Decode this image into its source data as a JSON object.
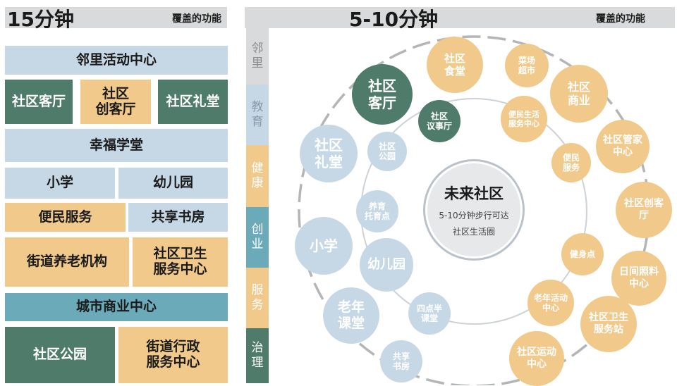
{
  "left": {
    "title": "15分钟",
    "subtitle": "覆盖的功能",
    "items": {
      "neighborhood": "邻里活动中心",
      "living_room": "社区客厅",
      "maker": "社区\n创客厅",
      "hall": "社区礼堂",
      "happy_school": "幸福学堂",
      "primary": "小学",
      "kindergarten": "幼儿园",
      "convenience": "便民服务",
      "bookroom": "共享书房",
      "elder": "街道养老机构",
      "health": "社区卫生\n服务中心",
      "commerce": "城市商业中心",
      "park": "社区公园",
      "admin": "街道行政\n服务中心"
    }
  },
  "right": {
    "title": "5-10分钟",
    "subtitle": "覆盖的功能",
    "side_labels": [
      "邻\n里",
      "教\n育",
      "健\n康",
      "创\n业",
      "服\n务",
      "治\n理"
    ],
    "center": {
      "title": "未来社区",
      "line1": "5-10分钟步行可达",
      "line2": "社区生活圈"
    },
    "bubbles": {
      "canteen": "社区\n食堂",
      "market": "菜场\n超市",
      "commerce": "社区\n商业",
      "living_room": "社区\n客厅",
      "council": "社区\n议事厅",
      "convenience_center": "便民生活\n服务中心",
      "steward": "社区管家\n中心",
      "hall": "社区\n礼堂",
      "park": "社区\n公园",
      "convenience": "便民\n服务",
      "maker": "社区创客\n厅",
      "care": "养育\n托育点",
      "primary": "小学",
      "kindergarten": "幼儿园",
      "fitness": "健身点",
      "day_care": "日间照料\n中心",
      "elder_activity": "老年活动\n中心",
      "senior_school": "老年\n课堂",
      "afterschool": "四点半\n课堂",
      "health_station": "社区卫生\n服务站",
      "bookroom": "共享\n书房",
      "sports": "社区运动\n中心"
    }
  }
}
